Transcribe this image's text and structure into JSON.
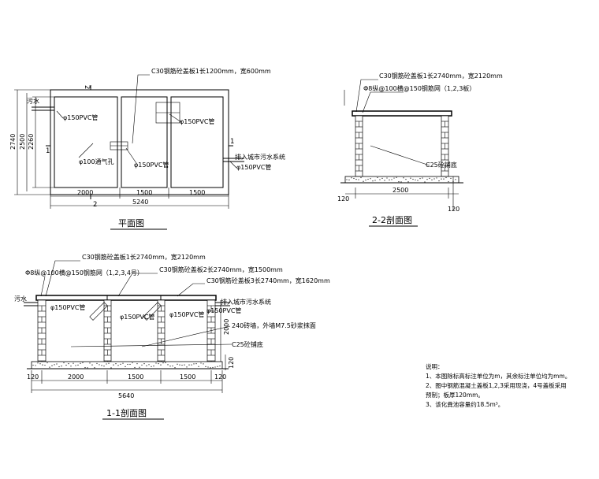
{
  "plan": {
    "title": "平面图",
    "cover1_label": "C30钢筋砼盖板1长1200mm，宽600mm",
    "pipe_labels": [
      "φ150PVC管",
      "φ150PVC管",
      "φ100通气孔",
      "φ150PVC管",
      "φ150PVC管"
    ],
    "sewage_in": "污水",
    "to_city": "排入城市污水系统",
    "dims_bottom": [
      "2000",
      "1500",
      "1500"
    ],
    "total_width": "5240",
    "dims_left": [
      "2740",
      "2500",
      "2260"
    ],
    "sec_mark_2": "2",
    "sec_mark_1": "1"
  },
  "section22": {
    "title": "2-2剖面图",
    "cover_label": "C30钢筋砼盖板1长2740mm，宽2120mm",
    "rebar_label": "Φ8纵@100横@150钢筋网（1,2,3板）",
    "base_label": "C25砼铺底",
    "dim_width": "2500",
    "dim_left": "120",
    "dim_right": "120"
  },
  "section11": {
    "title": "1-1剖面图",
    "cover1_label": "C30钢筋砼盖板1长2740mm，宽2120mm",
    "rebar_label": "Φ8纵@100横@150钢筋网（1,2,3,4号）",
    "cover2_label": "C30钢筋砼盖板2长2740mm，宽1500mm",
    "cover3_label": "C30钢筋砼盖板3长2740mm，宽1620mm",
    "sewage_in": "污水",
    "pipe_labels": [
      "φ150PVC管",
      "φ150PVC管",
      "φ150PVC管",
      "φ150PVC管"
    ],
    "to_city": "排入城市污水系统",
    "wall_label": "240砖墙，外墙M7.5砂浆抹面",
    "base_label": "C25砼铺底",
    "depth": "2000",
    "dims_bottom": [
      "120",
      "2000",
      "1500",
      "1500",
      "120"
    ],
    "total_width": "5640",
    "dim_side": "120"
  },
  "notes": {
    "heading": "说明：",
    "items": [
      "1、本图除标高标注单位为m，其余标注单位均为mm。",
      "2、图中钢筋混凝土盖板1,2,3采用现浇，4号盖板采用",
      "预制；板厚120mm。",
      "3、该化粪池容量约18.5m³。"
    ]
  }
}
